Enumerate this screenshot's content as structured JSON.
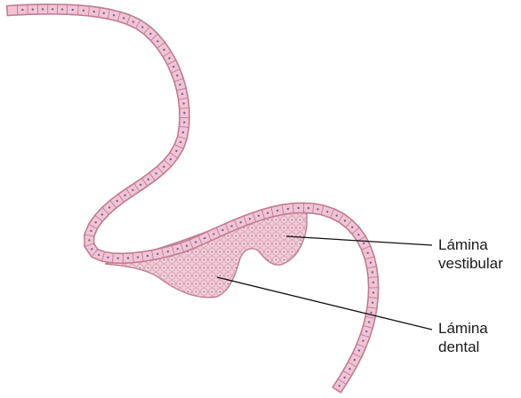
{
  "labels": {
    "vestibular_line1": "Lámina",
    "vestibular_line2": "vestibular",
    "dental_line1": "Lámina",
    "dental_line2": "dental"
  },
  "colors": {
    "cell_fill": "#f0c4d4",
    "cell_outline": "#c07c92",
    "nucleus": "#7d5f8a",
    "leader_line": "#111111"
  }
}
